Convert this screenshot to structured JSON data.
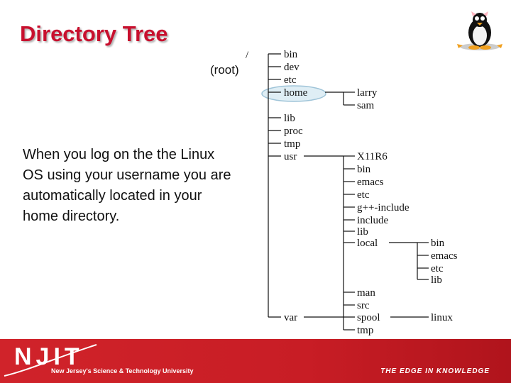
{
  "slide": {
    "title": "Directory Tree",
    "body": "When you log on the the Linux OS using your username you are automatically located in your home directory."
  },
  "tree": {
    "root_slash": "/",
    "root_label": "(root)",
    "level1": [
      "bin",
      "dev",
      "etc",
      "home",
      "lib",
      "proc",
      "tmp",
      "usr",
      "var"
    ],
    "home_children": [
      "larry",
      "sam"
    ],
    "usr_children": [
      "X11R6",
      "bin",
      "emacs",
      "etc",
      "g++-include",
      "include",
      "lib",
      "local",
      "man",
      "src"
    ],
    "local_children": [
      "bin",
      "emacs",
      "etc",
      "lib"
    ],
    "var_children": [
      "spool",
      "tmp"
    ],
    "spool_children": [
      "linux"
    ],
    "highlight": "home",
    "highlight_color": "#dfeef5"
  },
  "footer": {
    "logo": "NJIT",
    "university": "New Jersey's Science & Technology University",
    "tagline": "THE EDGE IN KNOWLEDGE",
    "color": "#c81d25"
  },
  "icons": {
    "mascot": "tux-penguin-icon"
  }
}
